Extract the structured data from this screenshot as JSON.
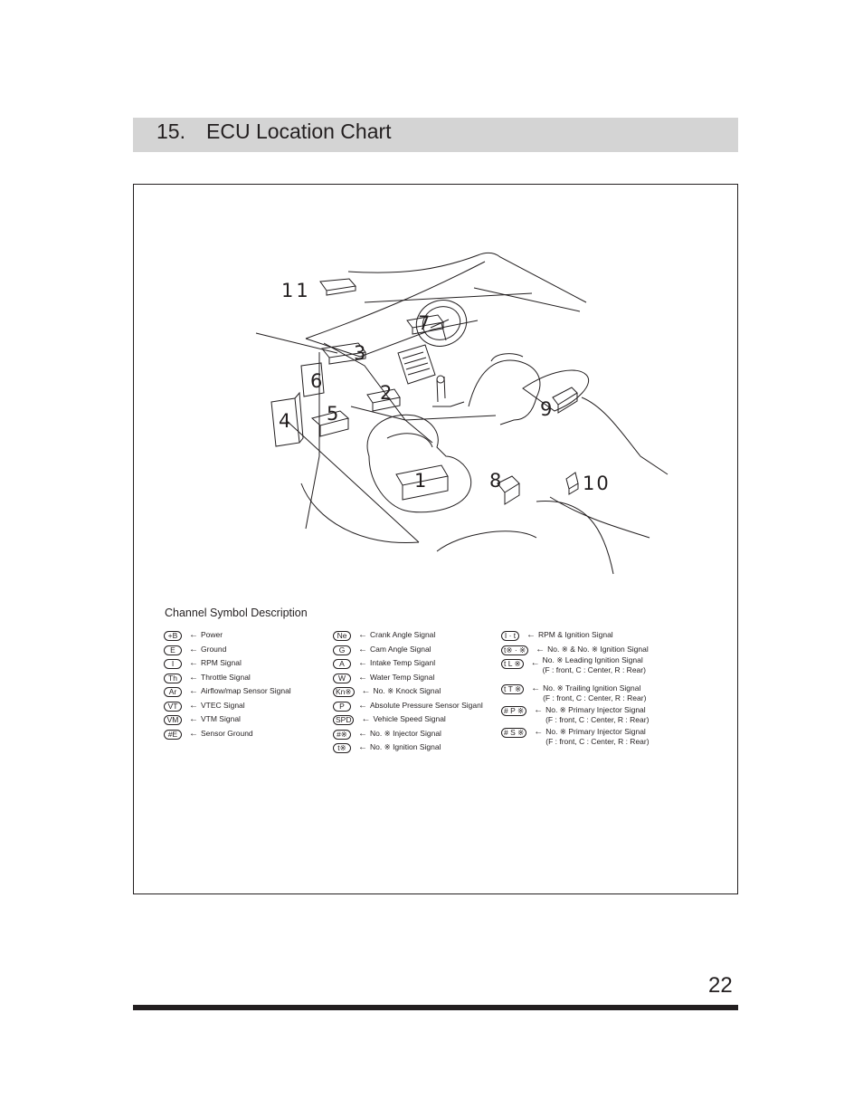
{
  "header": {
    "number": "15.",
    "title": "ECU Location Chart"
  },
  "locations": [
    "1",
    "2",
    "3",
    "4",
    "5",
    "6",
    "7",
    "8",
    "9",
    "10",
    "11"
  ],
  "legend": {
    "title": "Channel Symbol Description",
    "col1": [
      {
        "sym": "+B",
        "desc": "Power"
      },
      {
        "sym": "E",
        "desc": "Ground"
      },
      {
        "sym": "I",
        "desc": "RPM Signal"
      },
      {
        "sym": "Th",
        "desc": "Throttle Signal"
      },
      {
        "sym": "Ar",
        "desc": "Airflow/map Sensor Signal"
      },
      {
        "sym": "VT",
        "desc": "VTEC Signal"
      },
      {
        "sym": "VM",
        "desc": "VTM Signal"
      },
      {
        "sym": "#E",
        "desc": "Sensor Ground"
      }
    ],
    "col2": [
      {
        "sym": "Ne",
        "desc": "Crank Angle Signal"
      },
      {
        "sym": "G",
        "desc": "Cam Angle Signal"
      },
      {
        "sym": "A",
        "desc": "Intake Temp Siganl"
      },
      {
        "sym": "W",
        "desc": "Water Temp Signal"
      },
      {
        "sym": "Kn※",
        "desc": "No. ※ Knock Signal"
      },
      {
        "sym": "P",
        "desc": "Absolute Pressure Sensor Siganl"
      },
      {
        "sym": "SPD",
        "desc": "Vehicle Speed Signal"
      },
      {
        "sym": "#※",
        "desc": "No. ※ Injector Signal"
      },
      {
        "sym": "t※",
        "desc": "No. ※ Ignition Signal"
      }
    ],
    "col3": [
      {
        "sym": "I · t",
        "desc": "RPM & Ignition Signal",
        "desc2": ""
      },
      {
        "sym": "t※ · ※",
        "desc": "No. ※ & No. ※ Ignition Signal",
        "desc2": ""
      },
      {
        "sym": "t L ※",
        "desc": "No. ※ Leading Ignition Signal",
        "desc2": "(F : front, C : Center, R : Rear)"
      },
      {
        "sym": "t T ※",
        "desc": "No. ※ Trailing Ignition Signal",
        "desc2": "(F : front, C : Center, R : Rear)"
      },
      {
        "sym": "# P ※",
        "desc": "No. ※ Primary Injector Signal",
        "desc2": "(F : front, C : Center, R : Rear)"
      },
      {
        "sym": "# S ※",
        "desc": "No. ※ Primary Injector Signal",
        "desc2": "(F : front, C : Center, R : Rear)"
      }
    ],
    "arrow": "←"
  },
  "footer": {
    "page_number": "22"
  }
}
